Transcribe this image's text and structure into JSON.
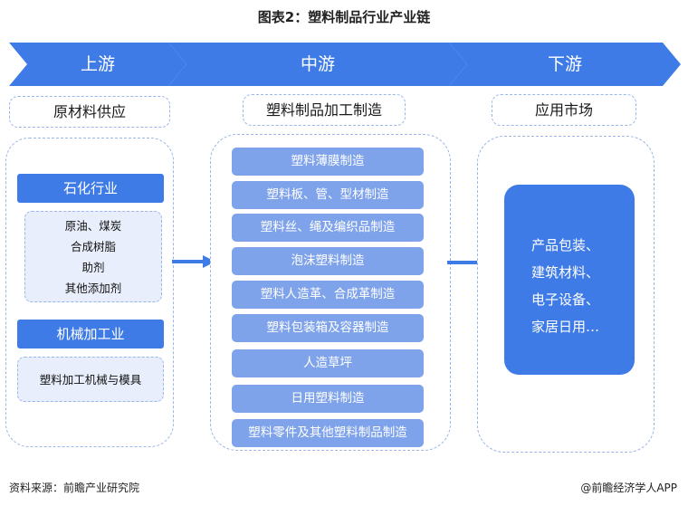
{
  "title": "图表2：塑料制品行业产业链",
  "stages": [
    "上游",
    "中游",
    "下游"
  ],
  "colors": {
    "accent": "#3f7be6",
    "light_item": "#7fa3ea",
    "dash_border": "#9bb6e8",
    "sub_fill": "#e8eefb"
  },
  "upstream": {
    "heading": "原材料供应",
    "groups": [
      {
        "label": "石化行业",
        "items": [
          "原油、煤炭",
          "合成树脂",
          "助剂",
          "其他添加剂"
        ]
      },
      {
        "label": "机械加工业",
        "items": [
          "塑料加工机械与模具"
        ]
      }
    ]
  },
  "midstream": {
    "heading": "塑料制品加工制造",
    "items": [
      "塑料薄膜制造",
      "塑料板、管、型材制造",
      "塑料丝、绳及编织品制造",
      "泡沫塑料制造",
      "塑料人造革、合成革制造",
      "塑料包装箱及容器制造",
      "人造草坪",
      "日用塑料制造",
      "塑料零件及其他塑料制品制造"
    ]
  },
  "downstream": {
    "heading": "应用市场",
    "items": [
      "产品包装、",
      "建筑材料、",
      "电子设备、",
      "家居日用…"
    ]
  },
  "footer": {
    "source": "资料来源：前瞻产业研究院",
    "brand": "@前瞻经济学人APP"
  }
}
